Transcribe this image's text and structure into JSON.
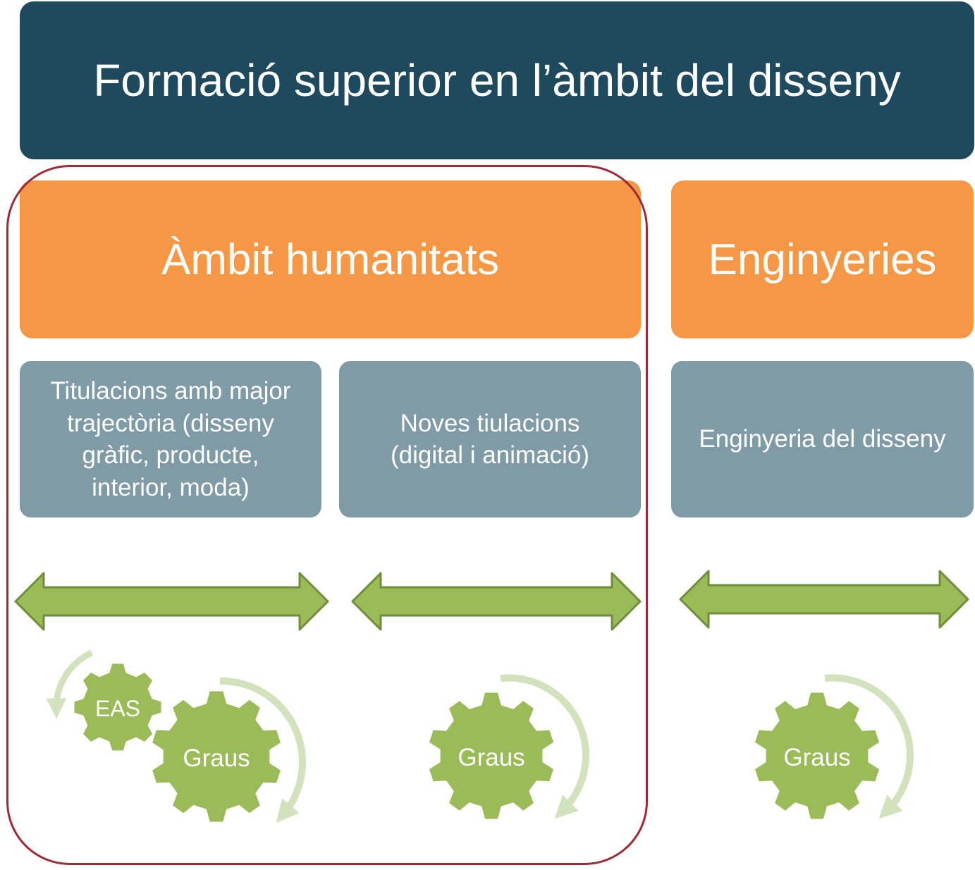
{
  "title": "Formació superior en l’àmbit del disseny",
  "categories": {
    "humanitats": "Àmbit humanitats",
    "enginyeries": "Enginyeries"
  },
  "subcategories": {
    "trajectoria": "Titulacions amb major\ntrajectòria (disseny\ngràfic, producte,\ninterior, moda)",
    "noves": "Noves tiulacions\n(digital i animació)",
    "enginyeria": "Enginyeria del disseny"
  },
  "gears": {
    "eas": "EAS",
    "graus_1": "Graus",
    "graus_2": "Graus",
    "graus_3": "Graus"
  },
  "colors": {
    "title_bg": "#1f4a5d",
    "category_bg": "#f59745",
    "sub_bg": "#7f9ba6",
    "arrow_fill": "#9bbb59",
    "arrow_stroke": "#6f8d3a",
    "gear_fill": "#9bbb59",
    "cycle_arrow": "#d2e2bd",
    "frame": "#9e2a35"
  }
}
